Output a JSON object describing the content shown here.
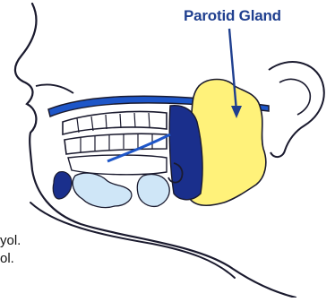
{
  "diagram": {
    "label": "Parotid Gland",
    "fragments": [
      "yol.",
      "ol."
    ]
  },
  "colors": {
    "label": "#1f3f8f",
    "outline": "#1a1a2e",
    "gland": "#fff27a",
    "duct": "#1e56c8",
    "accent": "#cfe6f7",
    "dark_blue": "#1a2f8c"
  }
}
